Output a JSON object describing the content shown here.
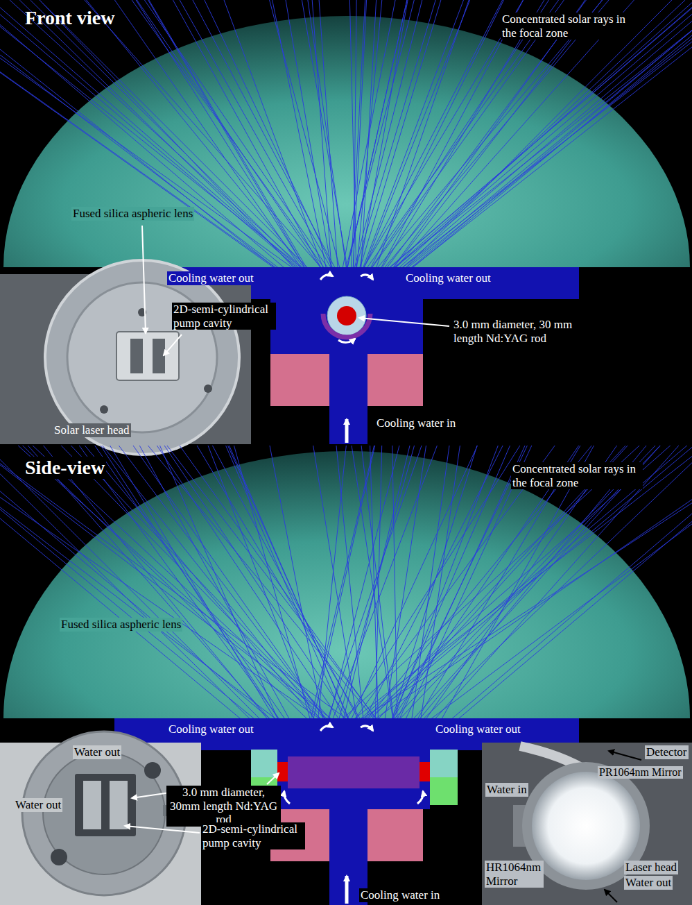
{
  "diagram": {
    "labels": [
      "Front view",
      "Concentrated solar rays in the focal zone",
      "Fused silica aspheric lens",
      "Cooling water out",
      "Cooling water out",
      "2D-semi-cylindrical pump cavity",
      "3.0 mm diameter, 30 mm length Nd:YAG rod",
      "Solar laser head",
      "Cooling water in",
      "Side-view",
      "Concentrated solar rays in the  focal zone",
      "Fused silica aspheric lens",
      "Cooling water out",
      "Cooling water out",
      "Water out",
      "Water out",
      "3.0 mm diameter, 30mm length Nd:YAG rod",
      "2D-semi-cylindrical pump cavity",
      "Cooling water in",
      "Detector",
      "PR1064nm Mirror",
      "Water in",
      "Laser head",
      "HR1064nm Mirror",
      "Water out"
    ]
  }
}
